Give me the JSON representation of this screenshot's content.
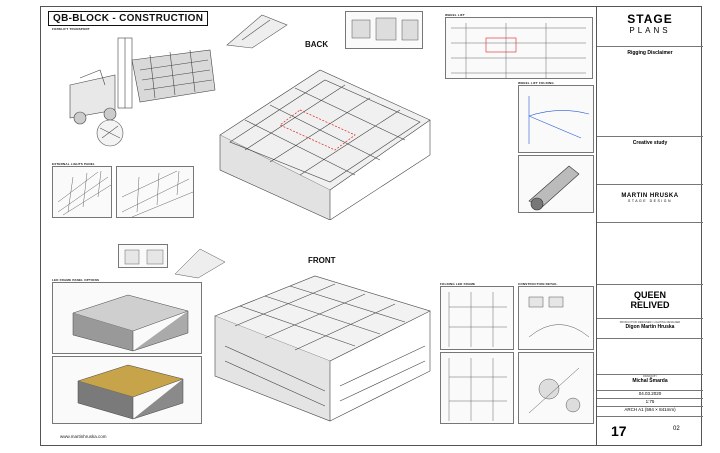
{
  "sheet": {
    "title": "QB-BLOCK - CONSTRUCTION",
    "footer_url": "www.martinhruska.com"
  },
  "views": {
    "back": "BACK",
    "front": "FRONT"
  },
  "labels": {
    "forklift": "FORKLIFT TRANSPORT",
    "external_lights": "EXTERNAL LIGHTS PANEL",
    "led_frame_options": "LED FRAME PANEL OPTIONS",
    "wheel_lift": "WHEEL LIFT",
    "wheel_lift_folding": "WHEEL LIFT FOLDING",
    "folding_led_frame": "FOLDING LED FRAME",
    "construction_detail": "CONSTRUCTION DETAIL"
  },
  "titleblock": {
    "logo_line1": "STAGE",
    "logo_line2": "PLANS",
    "disclaimer_title": "Rigging Disclaimer",
    "creative_title": "Creative study",
    "designer_name": "MARTIN HRUSKA",
    "designer_sub": "STAGE DESIGN",
    "project_line1": "QUEEN",
    "project_line2": "RELIVED",
    "production_label": "PRODUCTION DESIGNER / LIGHTING DESIGNER",
    "production_name": "Digon Martin Hruska",
    "drawn_by_label": "DRAWN BY",
    "drawn_by": "Michal Šmarda",
    "date": "04.03.2020",
    "scale": "1:75",
    "paper": "ARCH A1 (594 × 841mm)",
    "sheet_number": "17",
    "revision": "02"
  }
}
